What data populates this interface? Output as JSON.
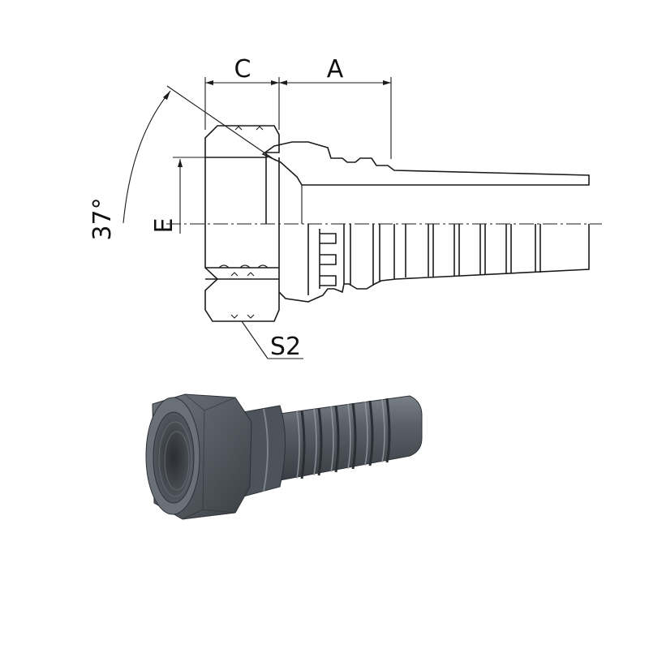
{
  "drawing": {
    "labels": {
      "c": "C",
      "a": "A",
      "e": "E",
      "s2": "S2",
      "angle": "37°"
    }
  },
  "colors": {
    "line": "#1a1a1a",
    "metal_dark": "#3f4349",
    "metal_mid": "#5d636b",
    "metal_light": "#8a9097"
  }
}
